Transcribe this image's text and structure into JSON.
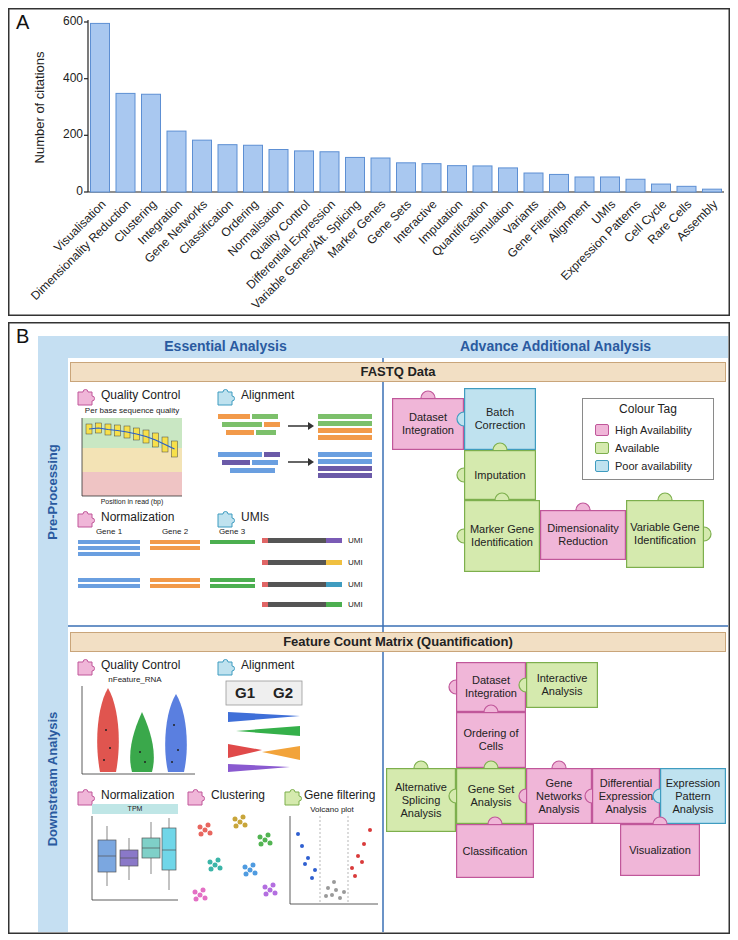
{
  "diagram": {
    "nodes": [
      {
        "text": [
          "A"
        ]
      },
      {
        "text": [
          "B"
        ]
      },
      {
        "text": [
          "Essential Analysis"
        ],
        "in": 1
      },
      {
        "text": [
          "Advance Additional Analysis"
        ],
        "in": 1
      },
      {
        "text": [
          "Pre-Processing"
        ],
        "in": 1
      },
      {
        "text": [
          "Downstream Analysis"
        ],
        "in": 1
      },
      {
        "text": [
          "FASTQ Data"
        ],
        "in": 1
      },
      {
        "text": [
          "Feature Count Matrix (Quantification)"
        ],
        "in": 1
      },
      {
        "text": [
          "Dataset Integration"
        ],
        "in": 1
      },
      {
        "text": [
          "Batch Correction"
        ],
        "in": 1
      },
      {
        "text": [
          "Colour Tag"
        ],
        "in": 1
      },
      {
        "text": [
          "Imputation"
        ],
        "in": 1
      },
      {
        "text": [
          "Marker Gene Identification"
        ],
        "in": 1
      },
      {
        "text": [
          "Dimensionality Reduction"
        ],
        "in": 1
      },
      {
        "text": [
          "Variable Gene Identification"
        ],
        "in": 1
      },
      {
        "text": [
          "Dataset Integration"
        ],
        "in": 1
      },
      {
        "text": [
          "Interactive Analysis"
        ],
        "in": 1
      },
      {
        "text": [
          "Ordering of Cells"
        ],
        "in": 1
      },
      {
        "text": [
          "Alternative Splicing Analysis"
        ],
        "in": 1
      },
      {
        "text": [
          "Gene Set Analysis"
        ],
        "in": 1
      },
      {
        "text": [
          "Gene Networks Analysis"
        ],
        "in": 1
      },
      {
        "text": [
          "Differential Expression Analysis"
        ],
        "in": 1
      },
      {
        "text": [
          "Expression Pattern Analysis"
        ],
        "in": 1
      },
      {
        "text": [
          "Classification"
        ],
        "in": 1
      },
      {
        "text": [
          "Visualization"
        ],
        "in": 1
      }
    ],
    "labels": [
      "Number of citations",
      "0",
      "200",
      "400",
      "600",
      "Visualisation",
      "Dimensionality Reduction",
      "Clustering",
      "Integration",
      "Gene Networks",
      "Classification",
      "Ordering",
      "Normalisation",
      "Quality Control",
      "Differential Expression",
      "Variable Genes/Alt. Splicing",
      "Marker Genes",
      "Gene Sets",
      "Interactive",
      "Imputation",
      "Quantification",
      "Simulation",
      "Variants",
      "Gene Filtering",
      "Alignment",
      "UMIs",
      "Expression Patterns",
      "Cell Cycle",
      "Rare Cells",
      "Assembly",
      "Quality Control",
      "Alignment",
      "Normalization",
      "UMIs",
      "Per base sequence quality",
      "Position in read (bp)",
      "Gene 1",
      "Gene 2",
      "Gene 3",
      "UMI",
      "UMI",
      "UMI",
      "UMI",
      "Quality Control",
      "Alignment",
      "nFeature_RNA",
      "G1",
      "G2",
      "Normalization",
      "Clustering",
      "Gene filtering",
      "TPM",
      "Volcano plot"
    ],
    "legend": [
      {
        "text": "High Availability",
        "color": "#f0b6d8"
      },
      {
        "text": "Available",
        "color": "#d5eaae"
      },
      {
        "text": "Poor availability",
        "color": "#bfe2ef"
      }
    ]
  }
}
